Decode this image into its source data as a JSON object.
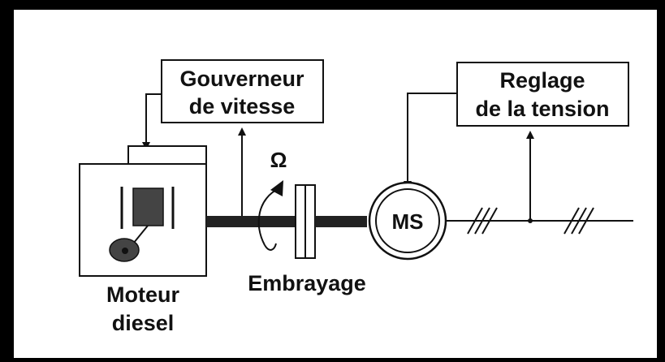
{
  "diagram": {
    "governor": {
      "line1": "Gouverneur",
      "line2": "de vitesse"
    },
    "voltage_control": {
      "line1": "Reglage",
      "line2": "de la tension"
    },
    "omega_symbol": "Ω",
    "clutch_label": "Embrayage",
    "machine_label": "MS",
    "engine": {
      "line1": "Moteur",
      "line2": "diesel"
    }
  }
}
